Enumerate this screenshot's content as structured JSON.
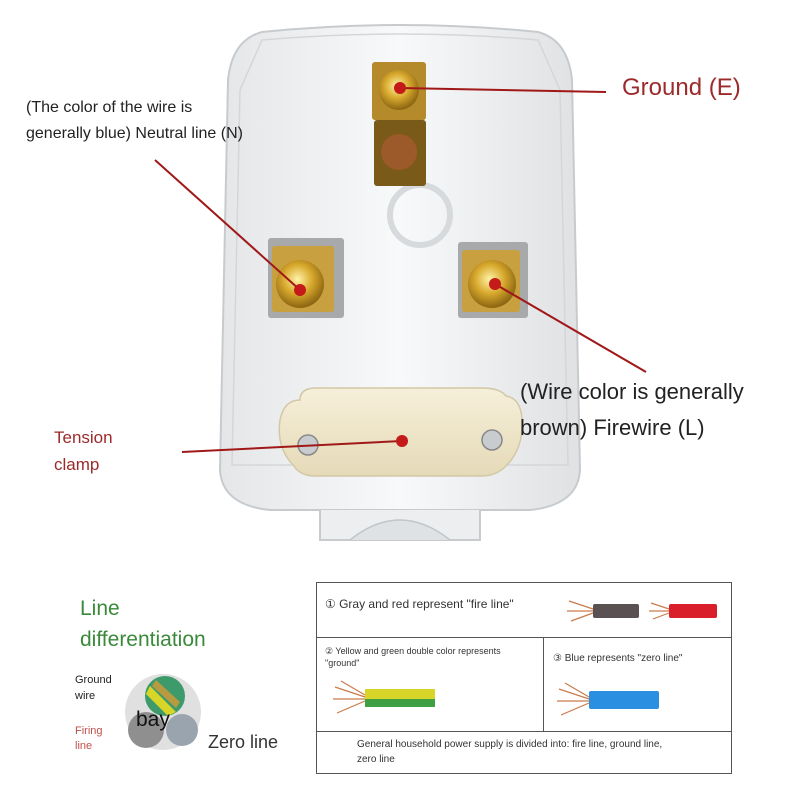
{
  "plug": {
    "ground_label": "Ground (E)",
    "neutral_label_line1": "(The color of the wire is",
    "neutral_label_line2": "generally blue) Neutral line (N)",
    "fire_label_line1": "(Wire color is generally",
    "fire_label_line2": "brown) Firewire (L)",
    "clamp_label_line1": "Tension",
    "clamp_label_line2": "clamp"
  },
  "differentiation": {
    "title_line1": "Line",
    "title_line2": "differentiation",
    "ground_line1": "Ground",
    "ground_line2": "wire",
    "firing_line1": "Firing",
    "firing_line2": "line",
    "center_text": "bay",
    "zero_label": "Zero line"
  },
  "legend": {
    "item1": "① Gray and red represent \"fire line\"",
    "item2_line1": "② Yellow and green double color represents",
    "item2_line2": "\"ground\"",
    "item3": "③ Blue represents \"zero line\"",
    "footer_line1": "General household power supply is divided into: fire line, ground line,",
    "footer_line2": "zero line"
  },
  "colors": {
    "label_red": "#9c2a2a",
    "pointer_red": "#a01818",
    "title_green": "#3a8a3a",
    "wire_gray": "#5a5252",
    "wire_red": "#d81f2a",
    "wire_yellow": "#d8d428",
    "wire_green": "#3ea043",
    "wire_blue": "#2a8fe0",
    "copper": "#c97a4a"
  }
}
